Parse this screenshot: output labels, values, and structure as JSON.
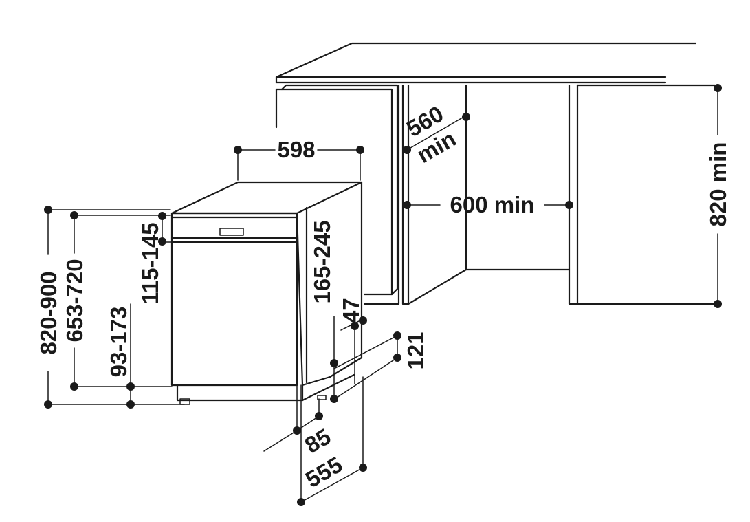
{
  "labels": {
    "width": "598",
    "niche_depth": "560",
    "niche_depth_min": "min",
    "niche_width": "600 min",
    "niche_height": "820 min",
    "total_height": "820-900",
    "body_height": "653-720",
    "plinth_height": "93-173",
    "panel_height": "115-145",
    "panel_height_alt": "165-245",
    "side_offset": "47",
    "foot_offset": "121",
    "plinth_setback": "85",
    "depth": "555"
  },
  "colors": {
    "line": "#1a1a1a",
    "background": "#ffffff"
  }
}
